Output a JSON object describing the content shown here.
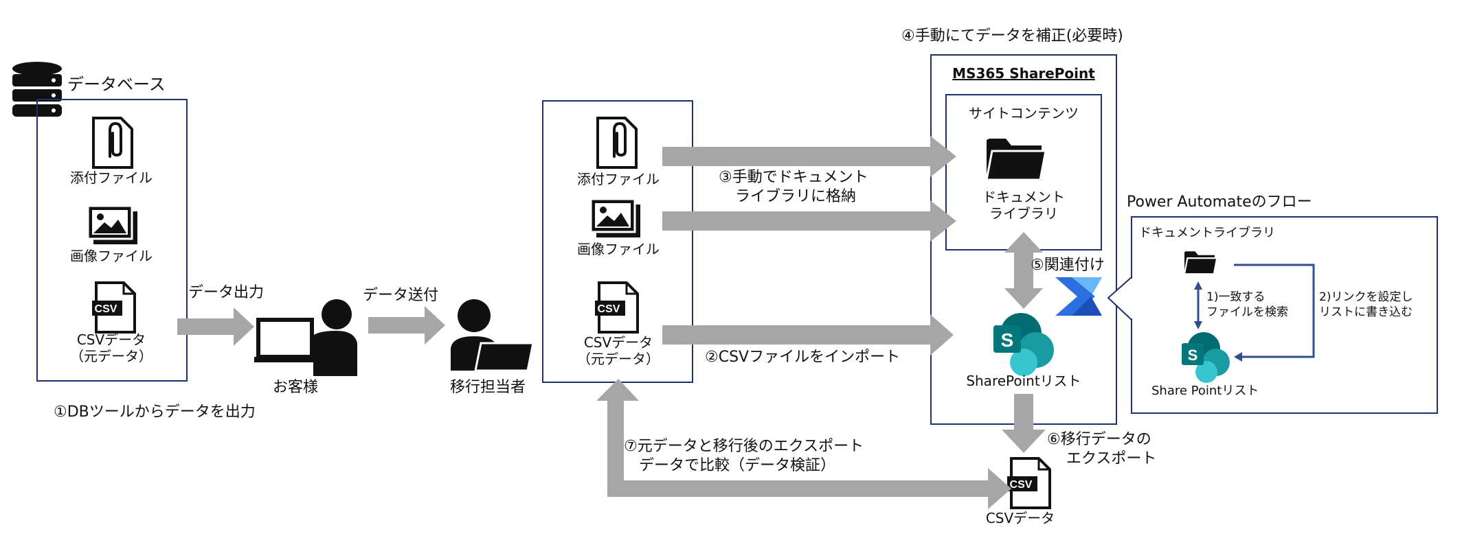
{
  "database": {
    "title": "データベース",
    "items": {
      "attachment": "添付ファイル",
      "image": "画像ファイル",
      "csv": "CSVデータ",
      "csv_sub": "（元データ）"
    }
  },
  "step1": "①DBツールからデータを出力",
  "data_output": "データ出力",
  "customer": "お客様",
  "data_send": "データ送付",
  "migration_staff": "移行担当者",
  "staging": {
    "attachment": "添付ファイル",
    "image": "画像ファイル",
    "csv": "CSVデータ",
    "csv_sub": "（元データ）"
  },
  "step3": {
    "line1": "③手動でドキュメント",
    "line2": "ライブラリに格納"
  },
  "step2": "②CSVファイルをインポート",
  "step4": "④手動にてデータを補正(必要時)",
  "sharepoint": {
    "title": "MS365 SharePoint",
    "site_contents": "サイトコンテンツ",
    "doc_lib_line1": "ドキュメント",
    "doc_lib_line2": "ライブラリ",
    "list_label": "SharePointリスト"
  },
  "step5": "⑤関連付け",
  "step6": {
    "line1": "⑥移行データの",
    "line2": "エクスポート"
  },
  "csv_export_label": "CSVデータ",
  "step7": {
    "line1": "⑦元データと移行後のエクスポート",
    "line2": "データで比較（データ検証）"
  },
  "power_automate": {
    "title": "Power Automateのフロー",
    "doc_lib": "ドキュメントライブラリ",
    "search_line1": "1)一致する",
    "search_line2": "ファイルを検索",
    "link_line1": "2)リンクを設定し",
    "link_line2": "リストに書き込む",
    "list_label": "Share Pointリスト"
  },
  "csv_badge": "CSV",
  "sp_letter": "S",
  "colors": {
    "box_border": "#1f2f6b",
    "arrow_gray": "#a6a6a6",
    "pa_arrow": "#2f4d8f",
    "sp_dark": "#036c70",
    "sp_mid": "#1a9ba1",
    "sp_light": "#37c6d0",
    "pa_blue": "#2b6fe0",
    "pa_light": "#68b5f7"
  }
}
